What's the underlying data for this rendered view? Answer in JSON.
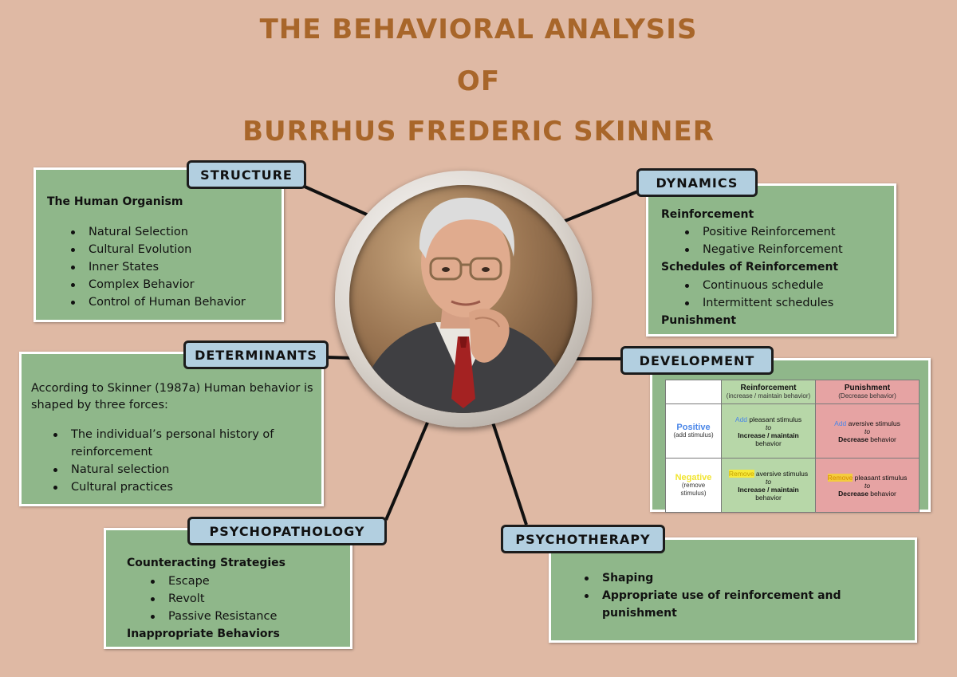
{
  "title": {
    "line1": "THE BEHAVIORAL ANALYSIS",
    "line2": "OF",
    "line3": "BURRHUS FREDERIC SKINNER"
  },
  "colors": {
    "background": "#dfb9a4",
    "title": "#a8662a",
    "box": "#8fb78a",
    "label": "#b2cfe0"
  },
  "structure": {
    "label": "STRUCTURE",
    "heading": "The Human Organism",
    "items": [
      "Natural Selection",
      "Cultural Evolution",
      "Inner States",
      "Complex Behavior",
      "Control of Human Behavior"
    ]
  },
  "dynamics": {
    "label": "DYNAMICS",
    "heading1": "Reinforcement",
    "items1": [
      "Positive Reinforcement",
      "Negative Reinforcement"
    ],
    "heading2": "Schedules of Reinforcement",
    "items2": [
      "Continuous schedule",
      "Intermittent schedules"
    ],
    "heading3": "Punishment"
  },
  "determinants": {
    "label": "DETERMINANTS",
    "intro": "According to Skinner (1987a) Human behavior is shaped by three forces:",
    "items": [
      "The individual’s personal history of reinforcement",
      "Natural selection",
      "Cultural practices"
    ]
  },
  "development": {
    "label": "DEVELOPMENT",
    "table": {
      "col1_title": "Reinforcement",
      "col1_sub": "(increase / maintain behavior)",
      "col2_title": "Punishment",
      "col2_sub": "(Decrease behavior)",
      "row1_title": "Positive",
      "row1_sub": "(add stimulus)",
      "row2_title": "Negative",
      "row2_sub": "(remove stimulus)",
      "r1c1_verb": "Add",
      "r1c1_rest": " pleasant stimulus",
      "r1c1_to": "to",
      "r1c1_end_bold": "Increase / maintain",
      "r1c1_end": " behavior",
      "r1c2_verb": "Add",
      "r1c2_rest": " aversive stimulus",
      "r1c2_to": "to",
      "r1c2_end_bold": "Decrease",
      "r1c2_end": " behavior",
      "r2c1_verb": "Remove",
      "r2c1_rest": " aversive stimulus",
      "r2c1_to": "to",
      "r2c1_end_bold": "Increase / maintain",
      "r2c1_end": " behavior",
      "r2c2_verb": "Remove",
      "r2c2_rest": " pleasant stimulus",
      "r2c2_to": "to",
      "r2c2_end_bold": "Decrease",
      "r2c2_end": " behavior"
    }
  },
  "psychopathology": {
    "label": "PSYCHOPATHOLOGY",
    "heading1": "Counteracting Strategies",
    "items": [
      "Escape",
      "Revolt",
      "Passive Resistance"
    ],
    "heading2": "Inappropriate Behaviors"
  },
  "psychotherapy": {
    "label": "PSYCHOTHERAPY",
    "items": [
      "Shaping",
      "Appropriate use of reinforcement and punishment"
    ]
  }
}
